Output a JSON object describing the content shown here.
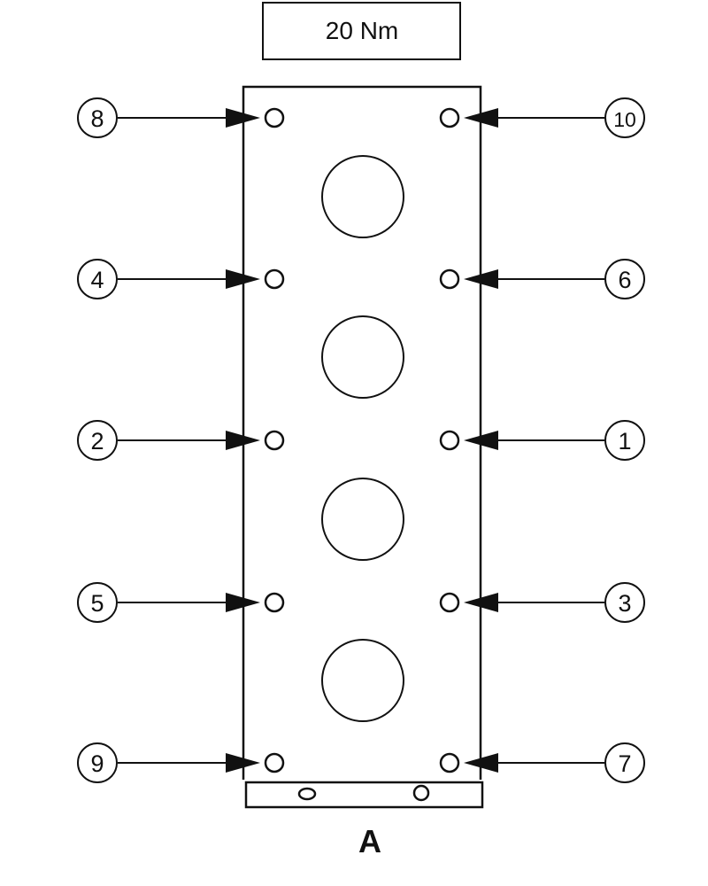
{
  "torque_label": "20 Nm",
  "view_label": "A",
  "colors": {
    "line": "#111111",
    "background": "#ffffff"
  },
  "callouts": {
    "left": [
      "8",
      "4",
      "2",
      "5",
      "9"
    ],
    "right": [
      "10",
      "6",
      "1",
      "3",
      "7"
    ]
  }
}
